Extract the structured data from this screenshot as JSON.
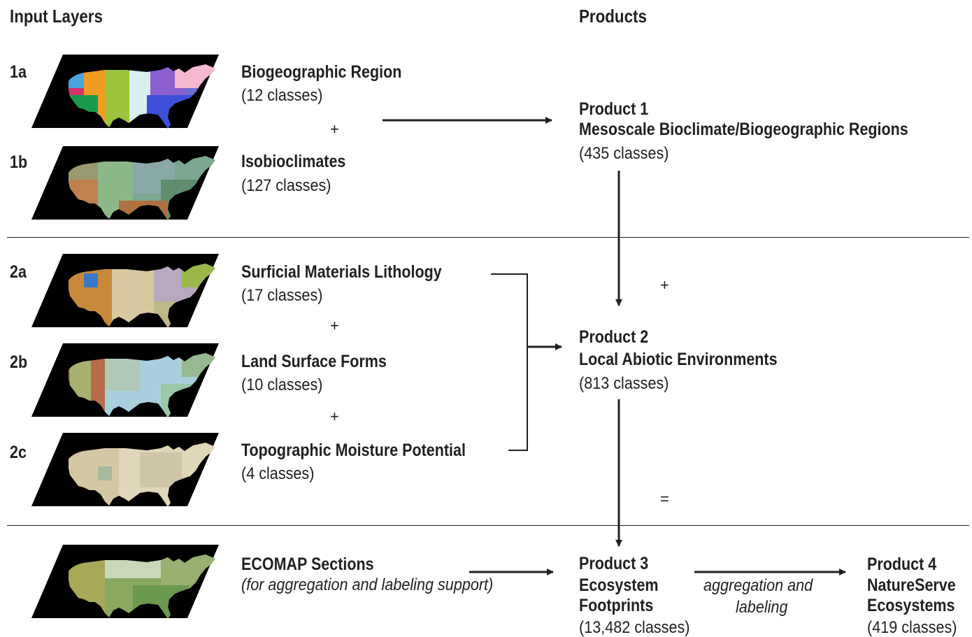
{
  "headers": {
    "input_layers": "Input Layers",
    "products": "Products"
  },
  "inputs": [
    {
      "id": "1a",
      "name": "Biogeographic Region",
      "classes": "(12 classes)"
    },
    {
      "id": "1b",
      "name": "Isobioclimates",
      "classes": "(127 classes)"
    },
    {
      "id": "2a",
      "name": "Surficial Materials Lithology",
      "classes": "(17 classes)"
    },
    {
      "id": "2b",
      "name": "Land Surface Forms",
      "classes": "(10 classes)"
    },
    {
      "id": "2c",
      "name": "Topographic Moisture Potential",
      "classes": "(4 classes)"
    },
    {
      "id": "",
      "name": "ECOMAP Sections",
      "classes": "(for aggregation and labeling support)"
    }
  ],
  "products": [
    {
      "title": "Product 1",
      "name": "Mesoscale Bioclimate/Biogeographic Regions",
      "classes": "(435 classes)"
    },
    {
      "title": "Product 2",
      "name": "Local Abiotic Environments",
      "classes": "(813 classes)"
    },
    {
      "title": "Product 3",
      "name_line1": "Ecosystem",
      "name_line2": "Footprints",
      "classes": "(13,482 classes)"
    },
    {
      "title": "Product 4",
      "name_line1": "NatureServe",
      "name_line2": "Ecosystems",
      "classes": "(419 classes)"
    }
  ],
  "operators": {
    "plus": "+",
    "equals": "="
  },
  "edge_label": {
    "line1": "aggregation and",
    "line2": "labeling"
  },
  "colors": {
    "text": "#231f20",
    "map_background": "#000000"
  }
}
